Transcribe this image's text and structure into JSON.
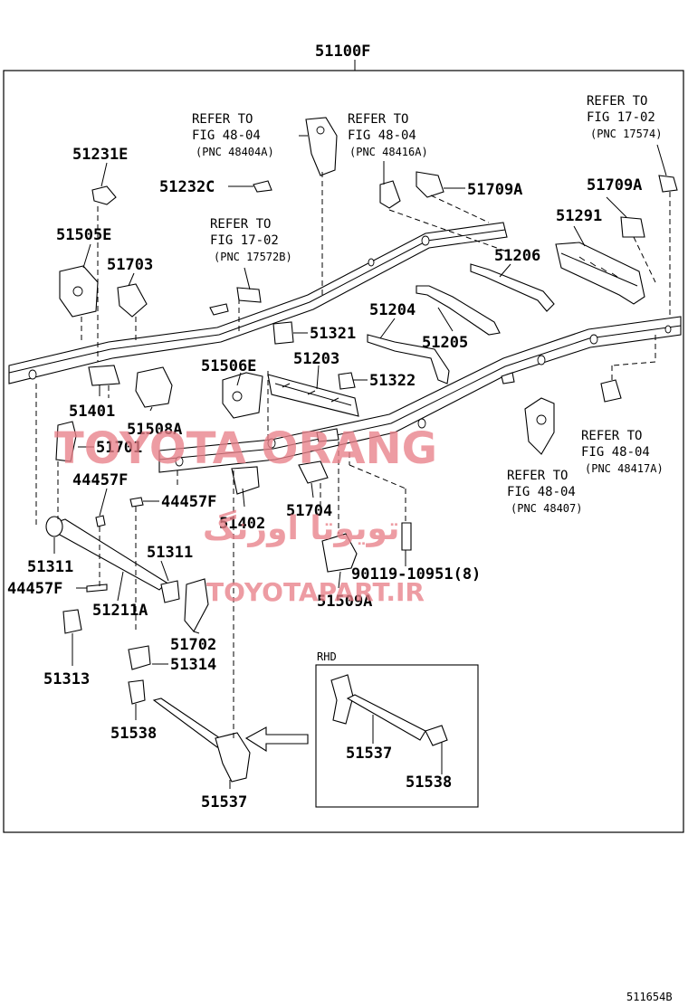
{
  "diagram": {
    "assembly_number": "51100F",
    "figure_code": "511654B",
    "rhd_label": "RHD",
    "watermark": {
      "main": "TOYOTA ORANG",
      "persian": "تویوتا اورنگ",
      "url": "TOYOTAPART.IR",
      "color": "#e9818a"
    },
    "refers": [
      {
        "line1": "REFER TO",
        "line2": "FIG 48-04",
        "line3": "(PNC 48404A)"
      },
      {
        "line1": "REFER TO",
        "line2": "FIG 48-04",
        "line3": "(PNC 48416A)"
      },
      {
        "line1": "REFER TO",
        "line2": "FIG 17-02",
        "line3": "(PNC 17574)"
      },
      {
        "line1": "REFER TO",
        "line2": "FIG 17-02",
        "line3": "(PNC 17572B)"
      },
      {
        "line1": "REFER TO",
        "line2": "FIG 48-04",
        "line3": "(PNC 48417A)"
      },
      {
        "line1": "REFER TO",
        "line2": "FIG 48-04",
        "line3": "(PNC 48407)"
      }
    ],
    "labels": {
      "p51231E": "51231E",
      "p51232C": "51232C",
      "p51709A_a": "51709A",
      "p51709A_b": "51709A",
      "p51291": "51291",
      "p51505E": "51505E",
      "p51703": "51703",
      "p51206": "51206",
      "p51204": "51204",
      "p51321": "51321",
      "p51205": "51205",
      "p51203": "51203",
      "p51506E": "51506E",
      "p51322": "51322",
      "p51401": "51401",
      "p51508A": "51508A",
      "p51701": "51701",
      "p44457F_a": "44457F",
      "p44457F_b": "44457F",
      "p44457F_c": "44457F",
      "p51402": "51402",
      "p51704": "51704",
      "p51311_a": "51311",
      "p51311_b": "51311",
      "p90119": "90119-10951(8)",
      "p51211A": "51211A",
      "p51509A": "51509A",
      "p51702": "51702",
      "p51313": "51313",
      "p51314": "51314",
      "p51538_a": "51538",
      "p51538_b": "51538",
      "p51537_a": "51537",
      "p51537_b": "51537"
    }
  }
}
